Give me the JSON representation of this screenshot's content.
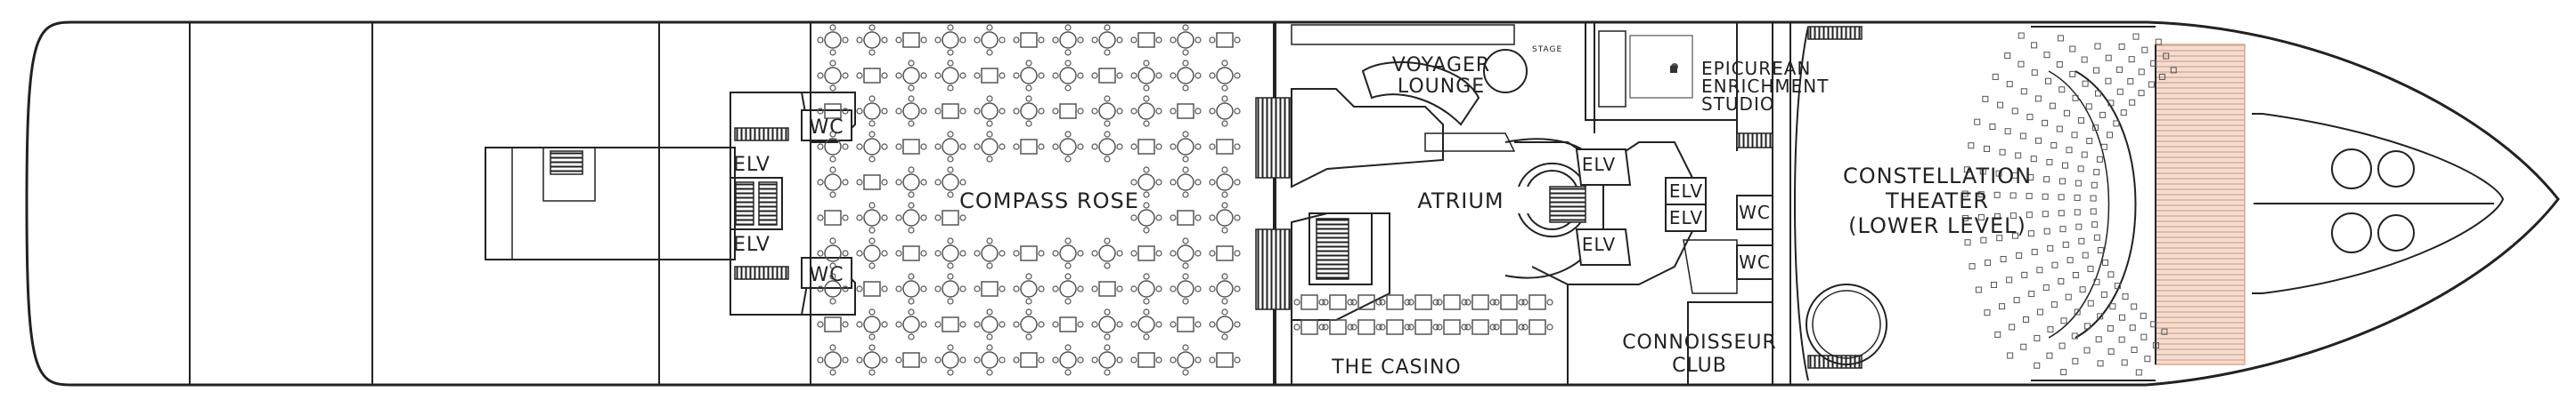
{
  "deck_plan": {
    "venues": {
      "compass_rose": "COMPASS ROSE",
      "atrium": "ATRIUM",
      "voyager_lounge_1": "VOYAGER",
      "voyager_lounge_2": "LOUNGE",
      "the_casino": "THE CASINO",
      "connoisseur_club_1": "CONNOISSEUR",
      "connoisseur_club_2": "CLUB",
      "epicurean_1": "EPICUREAN",
      "epicurean_2": "ENRICHMENT",
      "epicurean_3": "STUDIO",
      "constellation_1": "CONSTELLATION",
      "constellation_2": "THEATER",
      "constellation_3": "(LOWER LEVEL)",
      "stage": "STAGE"
    },
    "facilities": {
      "wc": "WC",
      "elv": "ELV"
    },
    "colors": {
      "outline": "#222222",
      "furniture": "#555555",
      "stage_fill": "#f3ddd0",
      "stage_lines": "#d9a58c",
      "stairs": "#333333"
    }
  }
}
